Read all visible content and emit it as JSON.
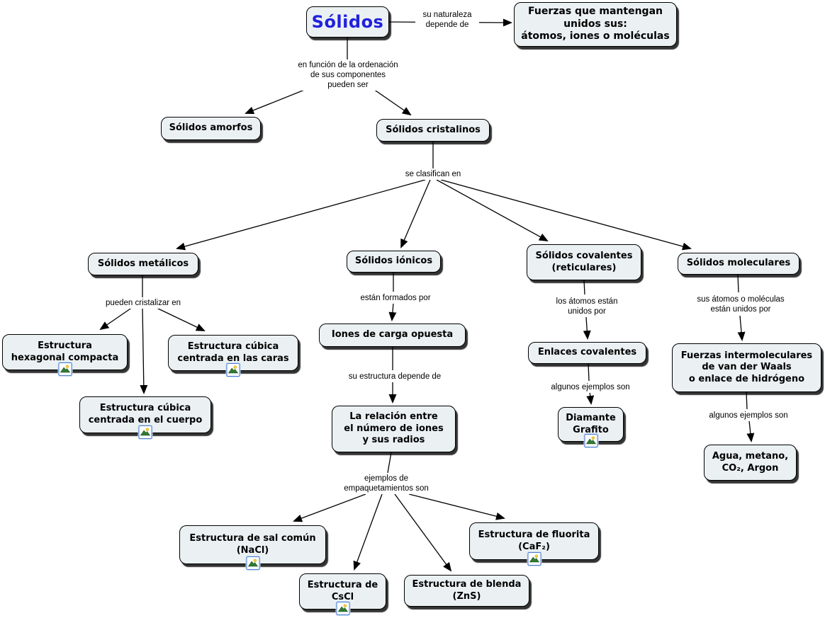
{
  "diagram": {
    "title": "Sólidos",
    "colors": {
      "title_text": "#2121dd",
      "node_background": "#ebf1f3",
      "node_border": "#000000",
      "icon_border": "#4a7fd0"
    },
    "nodes": {
      "solidos": {
        "label": "Sólidos"
      },
      "fuerzas": {
        "label": "Fuerzas que mantengan\nunidos sus:\nátomos, iones o moléculas"
      },
      "amorfos": {
        "label": "Sólidos amorfos"
      },
      "cristalinos": {
        "label": "Sólidos cristalinos"
      },
      "metalicos": {
        "label": "Sólidos metálicos"
      },
      "ionicos": {
        "label": "Sólidos iónicos"
      },
      "covalentes": {
        "label": "Sólidos covalentes\n(reticulares)"
      },
      "moleculares": {
        "label": "Sólidos moleculares"
      },
      "hexagonal": {
        "label": "Estructura\nhexagonal compacta",
        "icon": "image-icon"
      },
      "caras": {
        "label": "Estructura cúbica\ncentrada en las caras",
        "icon": "image-icon"
      },
      "cuerpo": {
        "label": "Estructura cúbica\ncentrada en el cuerpo",
        "icon": "image-icon"
      },
      "iones": {
        "label": "Iones de carga opuesta"
      },
      "relacion": {
        "label": "La relación entre\nel número de iones\ny sus radios"
      },
      "enlaces": {
        "label": "Enlaces covalentes"
      },
      "diamante": {
        "label": "Diamante\nGrafito",
        "icon": "image-icon"
      },
      "vdw": {
        "label": "Fuerzas intermoleculares\nde van der Waals\no enlace de hidrógeno"
      },
      "agua": {
        "label": "Agua, metano,\nCO₂, Argon"
      },
      "nacl": {
        "label": "Estructura de sal común\n(NaCl)",
        "icon": "image-icon"
      },
      "cscl": {
        "label": "Estructura de\nCsCl",
        "icon": "image-icon"
      },
      "blenda": {
        "label": "Estructura de blenda\n(ZnS)"
      },
      "fluorita": {
        "label": "Estructura de fluorita\n(CaF₂)",
        "icon": "image-icon"
      }
    },
    "links": {
      "naturaleza": {
        "label": "su naturaleza\ndepende de"
      },
      "funcion": {
        "label": "en función de la ordenación\nde sus componentes\npueden ser"
      },
      "clasifican": {
        "label": "se clasifican en"
      },
      "cristalizar": {
        "label": "pueden cristalizar en"
      },
      "formados": {
        "label": "están formados por"
      },
      "atomos_unidos": {
        "label": "los átomos están\nunidos por"
      },
      "sus_atomos": {
        "label": "sus átomos o moléculas\nestán unidos por"
      },
      "estructura_depende": {
        "label": "su estructura depende de"
      },
      "ejemplos_cov": {
        "label": "algunos ejemplos son"
      },
      "ejemplos_mol": {
        "label": "algunos ejemplos son"
      },
      "empaquetamientos": {
        "label": "ejemplos de\nempaquetamientos son"
      }
    }
  }
}
